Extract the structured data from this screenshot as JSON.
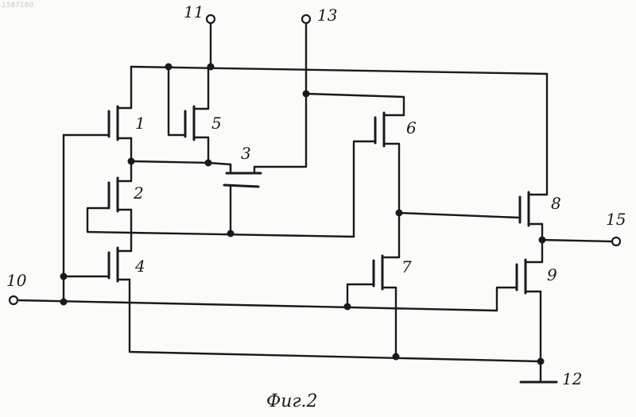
{
  "corner_id": "1587180",
  "transistors": [
    {
      "id": "t1",
      "label": "1"
    },
    {
      "id": "t2",
      "label": "2"
    },
    {
      "id": "t3",
      "label": "3"
    },
    {
      "id": "t4",
      "label": "4"
    },
    {
      "id": "t5",
      "label": "5"
    },
    {
      "id": "t6",
      "label": "6"
    },
    {
      "id": "t7",
      "label": "7"
    },
    {
      "id": "t8",
      "label": "8"
    },
    {
      "id": "t9",
      "label": "9"
    }
  ],
  "terminals": {
    "in10": "10",
    "pwr11": "11",
    "gnd12": "12",
    "bias13": "13",
    "out15": "15"
  },
  "caption": "Фиг.2"
}
